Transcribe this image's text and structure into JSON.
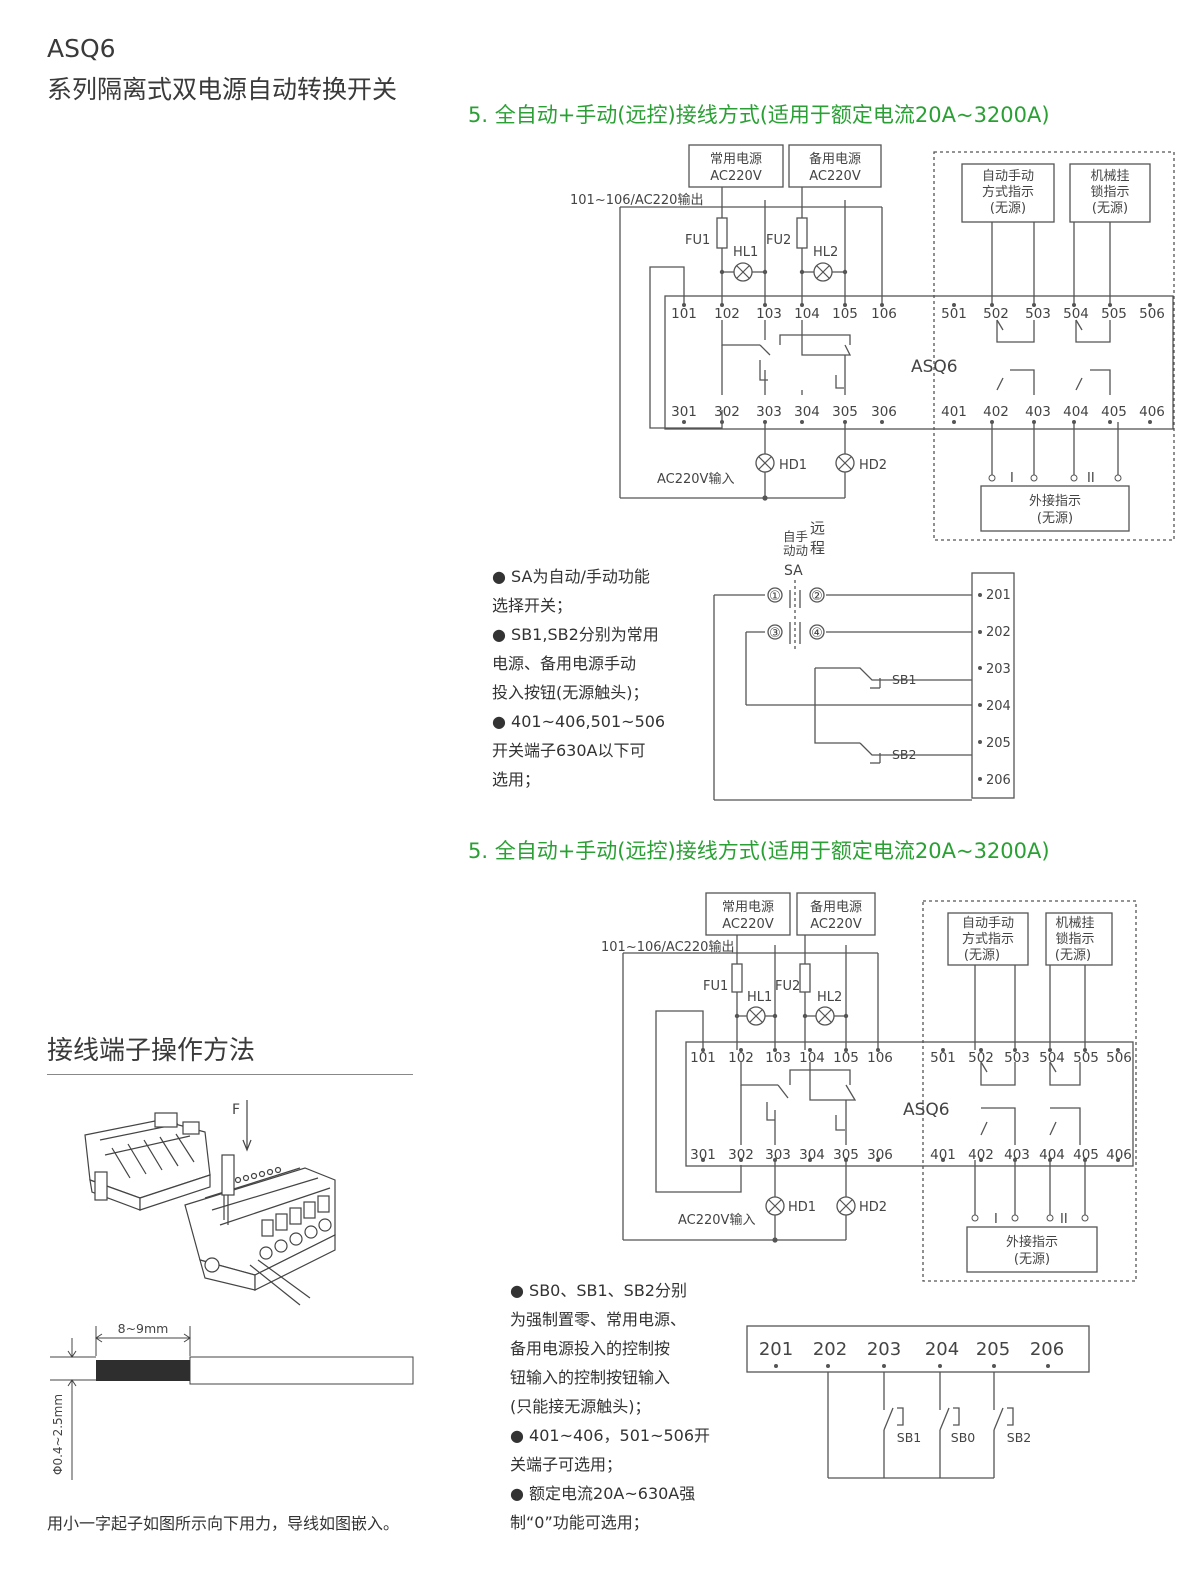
{
  "header": {
    "model": "ASQ6",
    "subtitle": "系列隔离式双电源自动转换开关"
  },
  "colors": {
    "accent": "#2aa034",
    "line": "#555555"
  },
  "diagram1": {
    "title": "5. 全自动+手动(远控)接线方式(适用于额定电流20A~3200A)",
    "box_normal": [
      "常用电源",
      "AC220V"
    ],
    "box_backup": [
      "备用电源",
      "AC220V"
    ],
    "box_auto": [
      "自动手动",
      "方式指示",
      "(无源)"
    ],
    "box_lock": [
      "机械挂",
      "锁指示",
      "(无源)"
    ],
    "box_ext": [
      "外接指示",
      "(无源)"
    ],
    "output_label": "101~106/AC220输出",
    "input_label": "AC220V输入",
    "fu1": "FU1",
    "fu2": "FU2",
    "hl1": "HL1",
    "hl2": "HL2",
    "hd1": "HD1",
    "hd2": "HD2",
    "device": "ASQ6",
    "top_terminals": [
      "101",
      "102",
      "103",
      "104",
      "105",
      "106",
      "501",
      "502",
      "503",
      "504",
      "505",
      "506"
    ],
    "bottom_terminals": [
      "301",
      "302",
      "303",
      "304",
      "305",
      "306",
      "401",
      "402",
      "403",
      "404",
      "405",
      "406"
    ],
    "ext_marks": [
      "I",
      "II"
    ],
    "sa_top_left": "自手",
    "sa_top_left2": "动动",
    "sa_remote": "远",
    "sa_remote2": "程",
    "sa": "SA",
    "sa_contacts": [
      "①",
      "②",
      "③",
      "④"
    ],
    "ctrl_terminals": [
      "201",
      "202",
      "203",
      "204",
      "205",
      "206"
    ],
    "sb1": "SB1",
    "sb2": "SB2",
    "notes": [
      "● SA为自动/手动功能",
      "选择开关；",
      "● SB1,SB2分别为常用",
      "电源、备用电源手动",
      "投入按钮(无源触头)；",
      "● 401~406,501~506",
      "开关端子630A以下可",
      "选用；"
    ]
  },
  "diagram2": {
    "title": "5. 全自动+手动(远控)接线方式(适用于额定电流20A~3200A)",
    "box_normal": [
      "常用电源",
      "AC220V"
    ],
    "box_backup": [
      "备用电源",
      "AC220V"
    ],
    "box_auto": [
      "自动手动",
      "方式指示",
      "(无源)"
    ],
    "box_lock": [
      "机械挂",
      "锁指示",
      "(无源)"
    ],
    "box_ext": [
      "外接指示",
      "(无源)"
    ],
    "output_label": "101~106/AC220输出",
    "input_label": "AC220V输入",
    "fu1": "FU1",
    "fu2": "FU2",
    "hl1": "HL1",
    "hl2": "HL2",
    "hd1": "HD1",
    "hd2": "HD2",
    "device": "ASQ6",
    "top_terminals": [
      "101",
      "102",
      "103",
      "104",
      "105",
      "106",
      "501",
      "502",
      "503",
      "504",
      "505",
      "506"
    ],
    "bottom_terminals": [
      "301",
      "302",
      "303",
      "304",
      "305",
      "306",
      "401",
      "402",
      "403",
      "404",
      "405",
      "406"
    ],
    "ext_marks": [
      "I",
      "II"
    ],
    "ctrl_terminals": [
      "201",
      "202",
      "203",
      "204",
      "205",
      "206"
    ],
    "sb1": "SB1",
    "sb0": "SB0",
    "sb2": "SB2",
    "notes": [
      "● SB0、SB1、SB2分别",
      "为强制置零、常用电源、",
      "备用电源投入的控制按",
      "钮输入的控制按钮输入",
      "(只能接无源触头)；",
      "● 401~406，501~506开",
      "关端子可选用；",
      "● 额定电流20A~630A强",
      "制“0”功能可选用；"
    ]
  },
  "terminal_method": {
    "title": "接线端子操作方法",
    "force_label": "F",
    "strip_length": "8~9mm",
    "diameter": "Φ0.4~2.5mm",
    "caption": "用小一字起子如图所示向下用力，导线如图嵌入。"
  }
}
